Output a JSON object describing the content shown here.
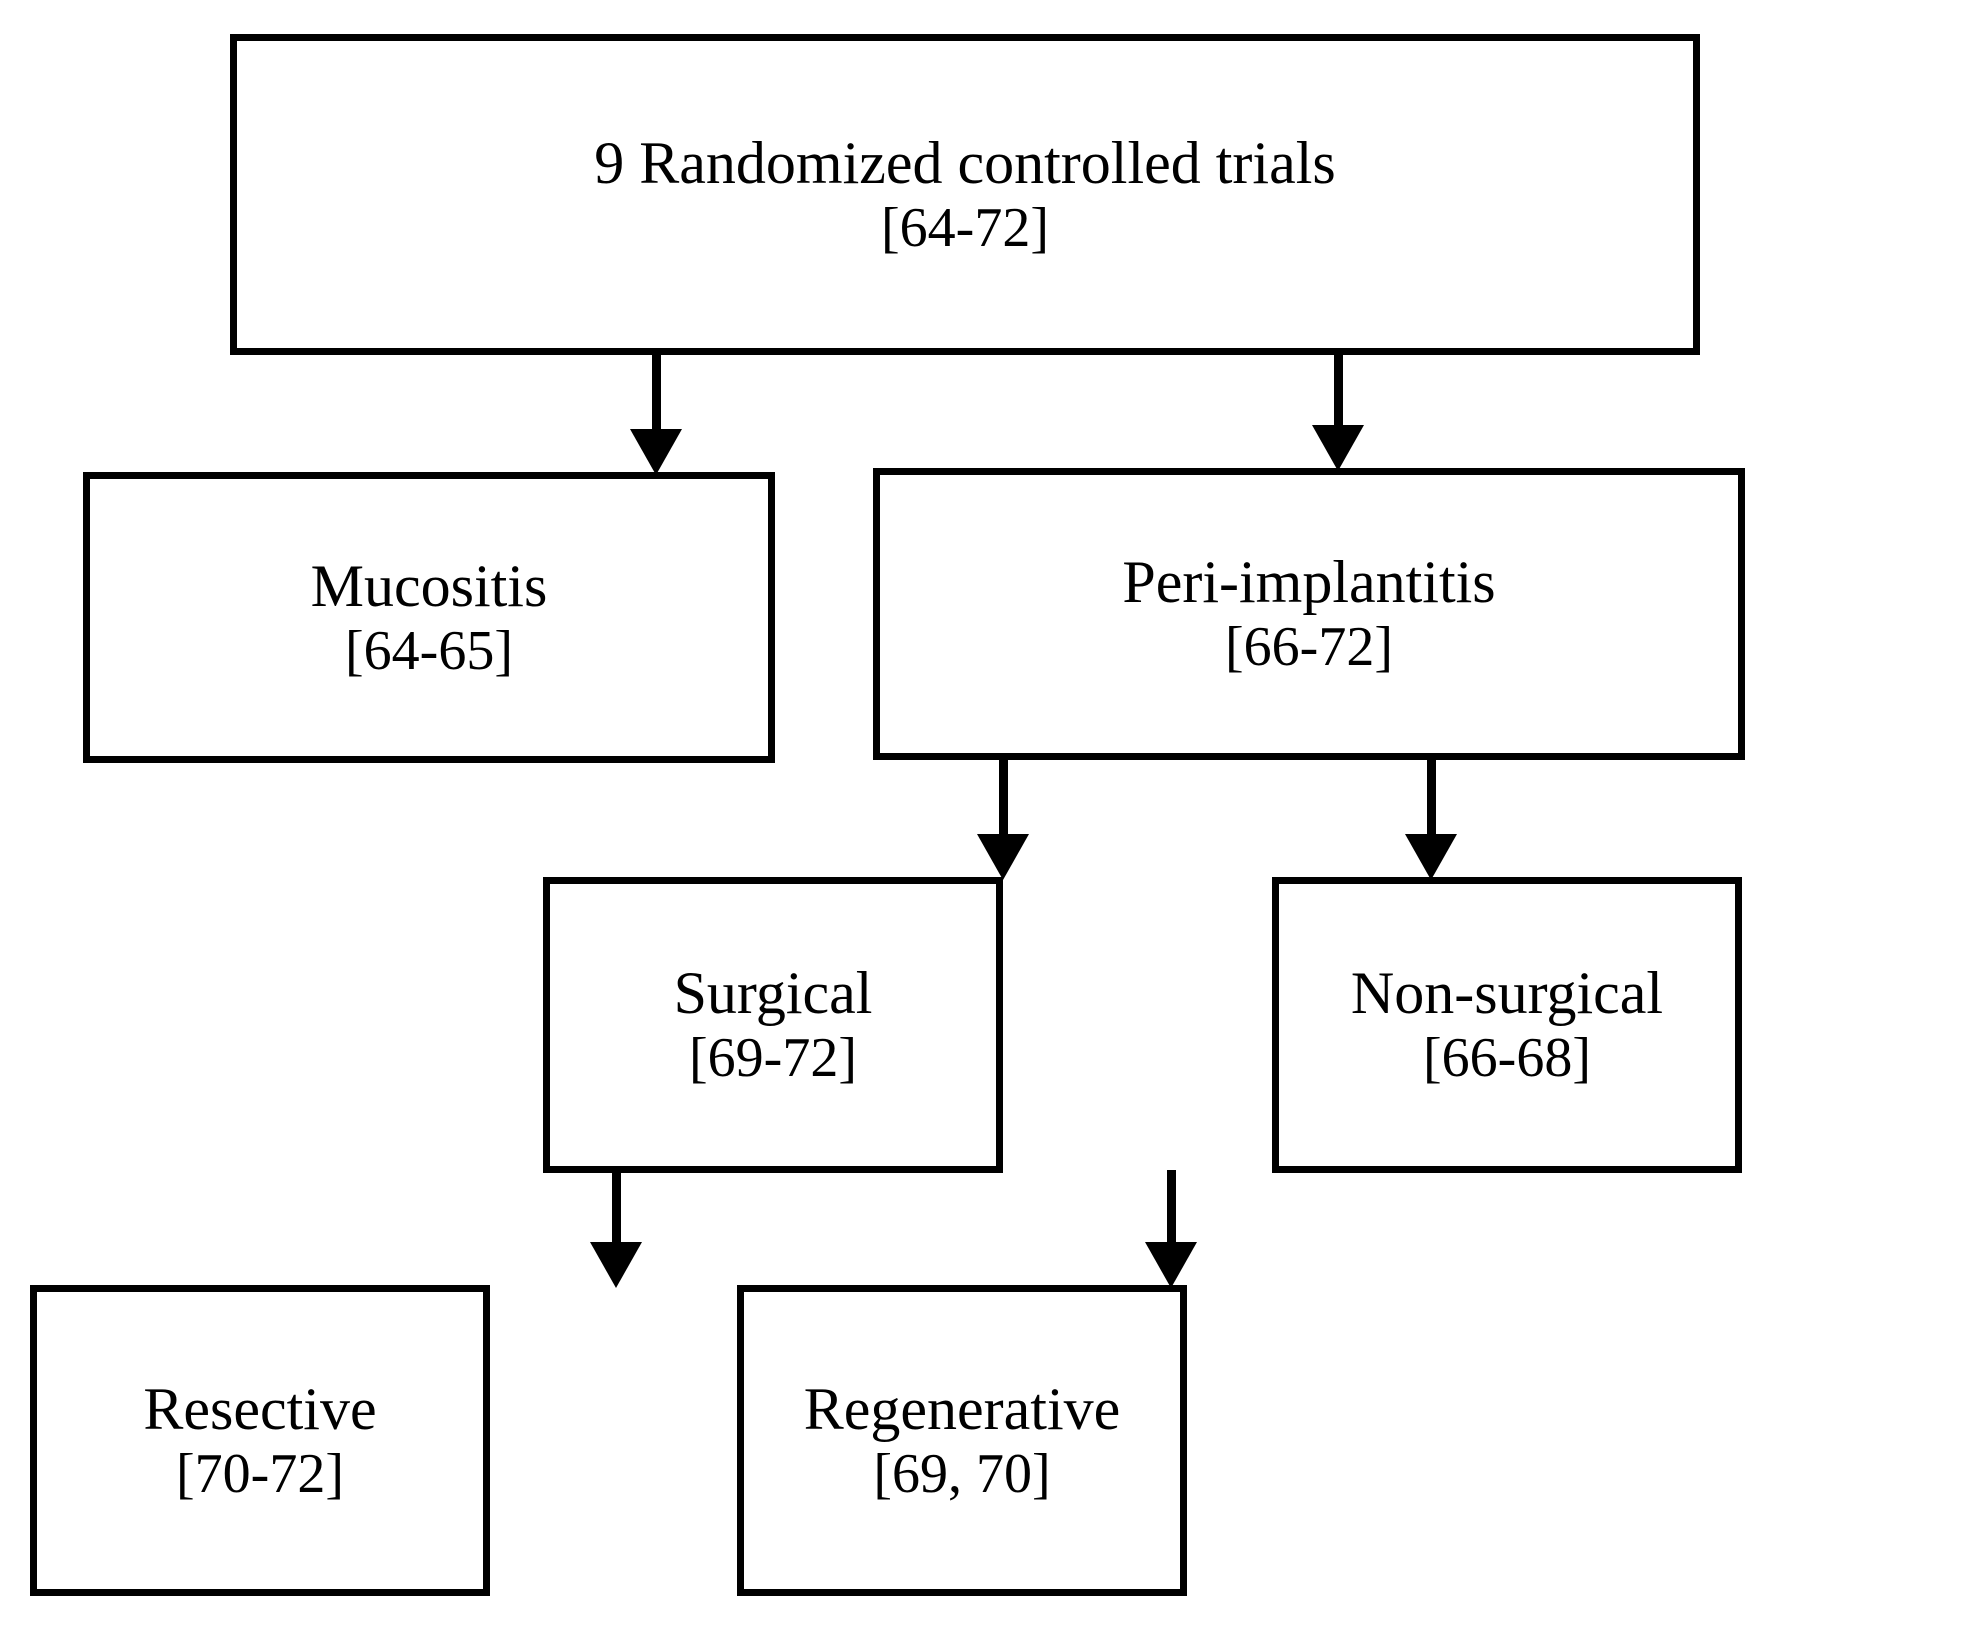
{
  "diagram": {
    "title": "Randomized controlled trials classification flowchart",
    "background_color": "#ffffff",
    "stroke_color": "#000000",
    "nodes": [
      {
        "id": "root",
        "label": "9 Randomized controlled trials",
        "refs": "[64-72]"
      },
      {
        "id": "mucositis",
        "label": "Mucositis",
        "refs": "[64-65]"
      },
      {
        "id": "peri",
        "label": "Peri-implantitis",
        "refs": "[66-72]"
      },
      {
        "id": "surgical",
        "label": "Surgical",
        "refs": "[69-72]"
      },
      {
        "id": "nonsurgical",
        "label": "Non-surgical",
        "refs": "[66-68]"
      },
      {
        "id": "resective",
        "label": "Resective",
        "refs": "[70-72]"
      },
      {
        "id": "regenerative",
        "label": "Regenerative",
        "refs": "[69, 70]"
      }
    ],
    "edges": [
      {
        "from": "root",
        "to": "mucositis"
      },
      {
        "from": "root",
        "to": "peri"
      },
      {
        "from": "peri",
        "to": "surgical"
      },
      {
        "from": "peri",
        "to": "nonsurgical"
      },
      {
        "from": "surgical",
        "to": "resective"
      },
      {
        "from": "surgical",
        "to": "regenerative"
      }
    ]
  }
}
